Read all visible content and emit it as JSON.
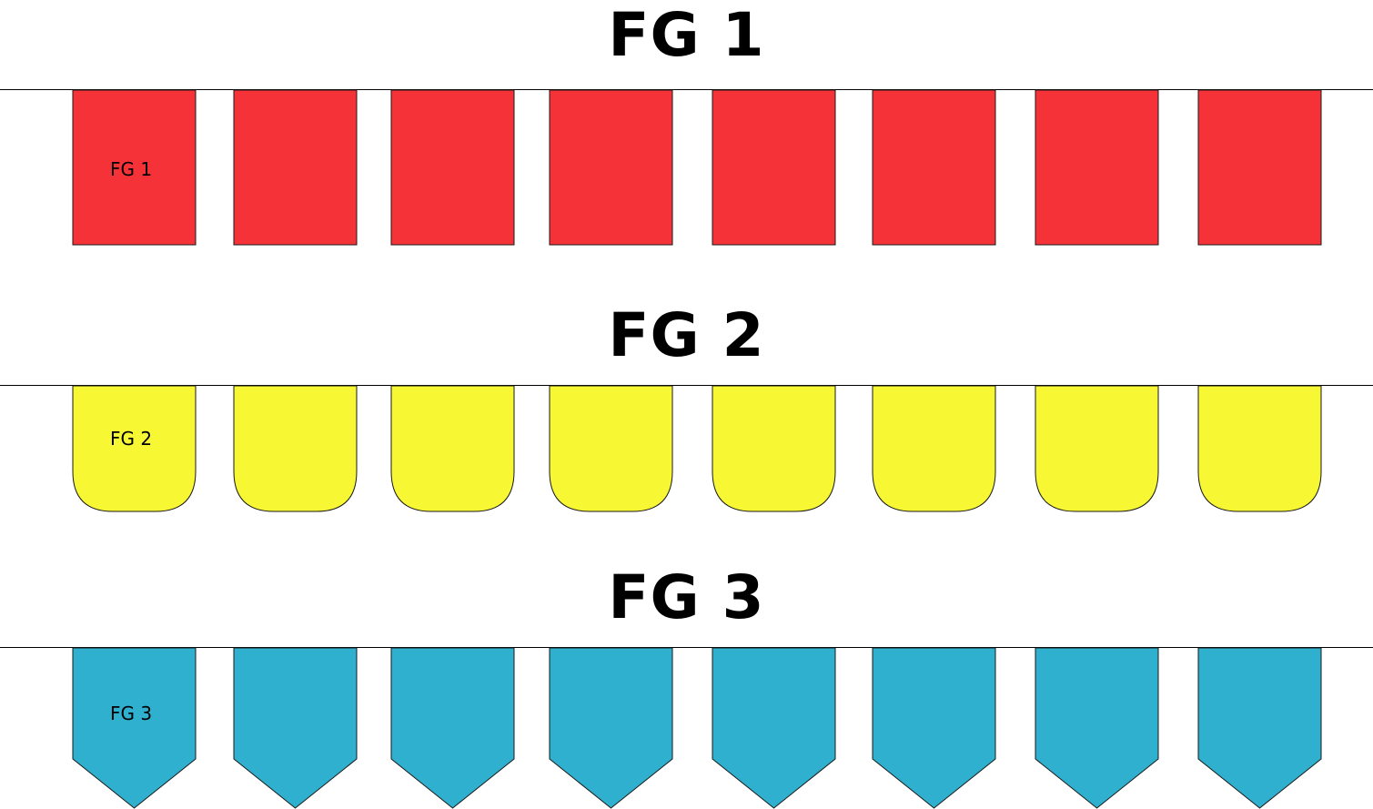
{
  "rows": [
    {
      "heading": "FG 1",
      "flag_label": "FG 1",
      "shape": "rectangle",
      "color": "#f53238",
      "flag_count": 8
    },
    {
      "heading": "FG 2",
      "flag_label": "FG 2",
      "shape": "rounded-bottom",
      "color": "#f7f733",
      "flag_count": 8
    },
    {
      "heading": "FG 3",
      "flag_label": "FG 3",
      "shape": "pointed-bottom",
      "color": "#2fb0cf",
      "flag_count": 8
    }
  ]
}
